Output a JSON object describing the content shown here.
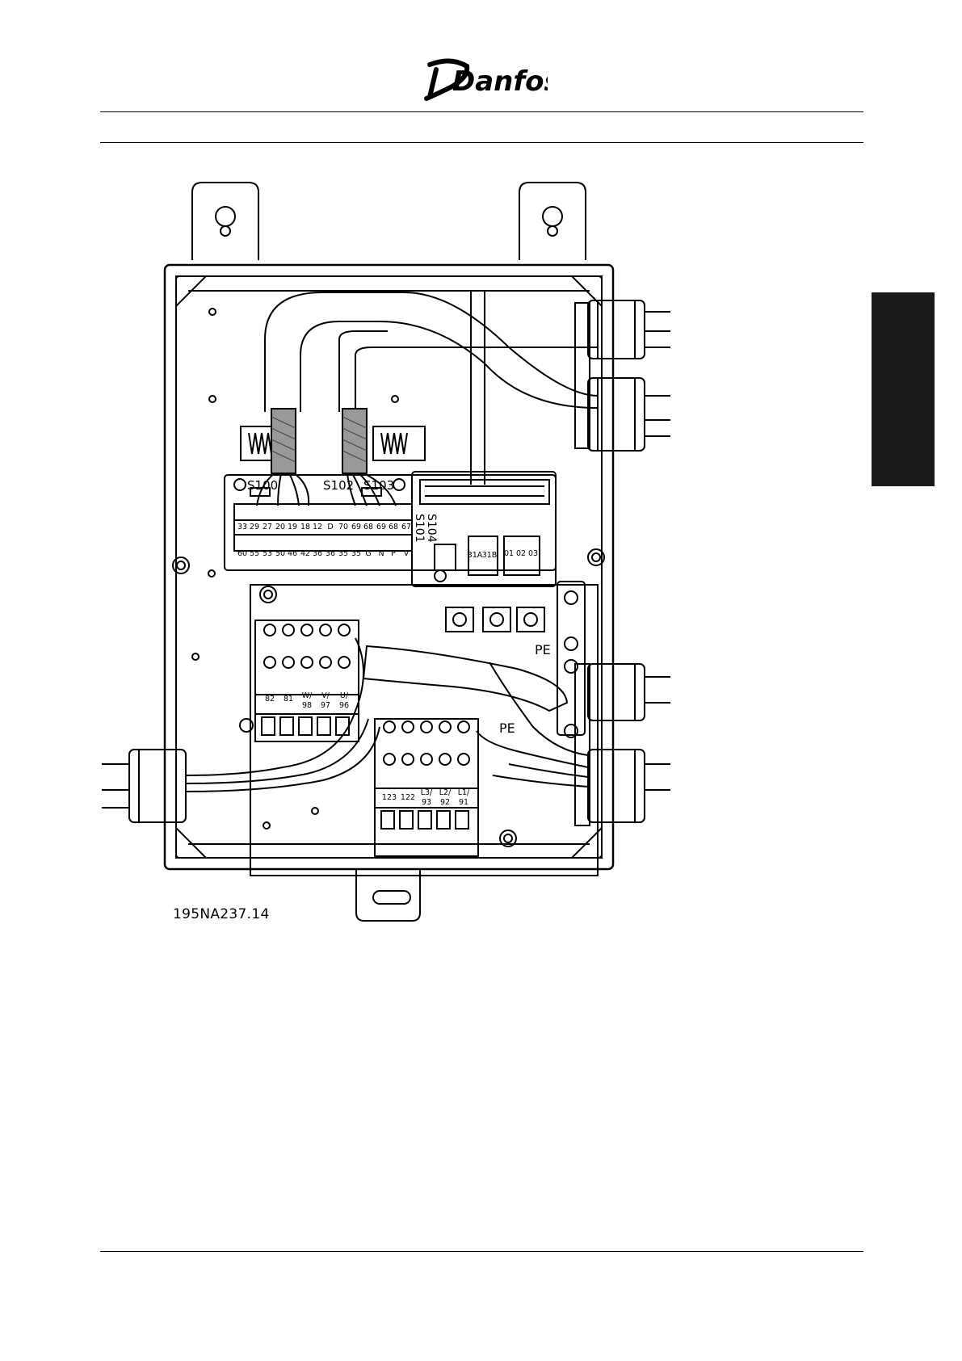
{
  "brand": {
    "name": "Danfoss",
    "logo_icon": "danfoss-logo-icon"
  },
  "figure": {
    "reference": "195NA237.14",
    "switches": {
      "s100": "S100",
      "s102": "S102",
      "s103": "S103",
      "s104": "S104",
      "s101": "S101"
    },
    "control_terminals_top": [
      "33",
      "29",
      "27",
      "20",
      "19",
      "18",
      "12",
      "D",
      "70",
      "69",
      "68",
      "69",
      "68",
      "67"
    ],
    "control_terminals_bottom": [
      "60",
      "55",
      "53",
      "50",
      "46",
      "42",
      "36",
      "36",
      "35",
      "35",
      "G",
      "N",
      "P",
      "V"
    ],
    "relay_terminals_a": [
      "31A",
      "31B"
    ],
    "relay_terminals_b": [
      "01",
      "02",
      "03"
    ],
    "motor_terminals": [
      {
        "l1": "82",
        "l2": ""
      },
      {
        "l1": "81",
        "l2": ""
      },
      {
        "l1": "W/",
        "l2": "98"
      },
      {
        "l1": "V/",
        "l2": "97"
      },
      {
        "l1": "U/",
        "l2": "96"
      }
    ],
    "mains_terminals": [
      {
        "l1": "123",
        "l2": ""
      },
      {
        "l1": "122",
        "l2": ""
      },
      {
        "l1": "L3/",
        "l2": "93"
      },
      {
        "l1": "L2/",
        "l2": "92"
      },
      {
        "l1": "L1/",
        "l2": "91"
      }
    ],
    "pe_label_upper": "PE",
    "pe_label_lower": "PE"
  }
}
